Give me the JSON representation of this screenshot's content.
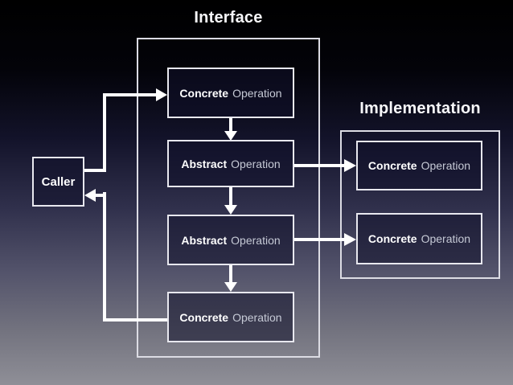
{
  "titles": {
    "interface": "Interface",
    "implementation": "Implementation"
  },
  "caller": {
    "label": "Caller"
  },
  "interface_boxes": [
    {
      "bold": "Concrete",
      "regular": "Operation"
    },
    {
      "bold": "Abstract",
      "regular": "Operation"
    },
    {
      "bold": "Abstract",
      "regular": "Operation"
    },
    {
      "bold": "Concrete",
      "regular": "Operation"
    }
  ],
  "implementation_boxes": [
    {
      "bold": "Concrete",
      "regular": "Operation"
    },
    {
      "bold": "Concrete",
      "regular": "Operation"
    }
  ],
  "colors": {
    "connector_line": "#ffffff",
    "box_border": "#e8e8ef",
    "box_fill": "rgba(16,16,42,0.55)",
    "bold_text": "#ffffff",
    "regular_text": "#c6cad6",
    "background_top": "#000000",
    "background_bottom": "#8f8f97"
  }
}
